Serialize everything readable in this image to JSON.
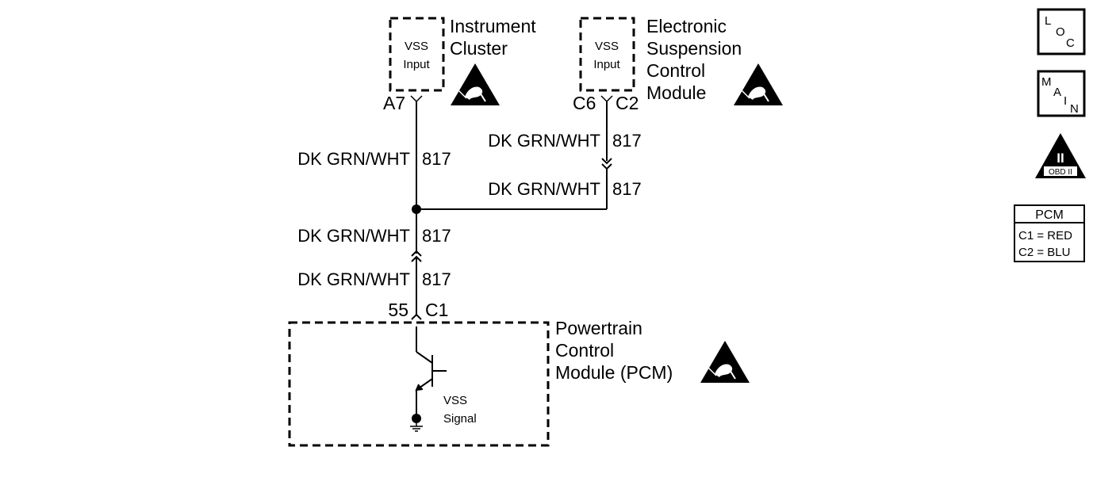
{
  "modules": {
    "instrument_cluster": {
      "name_lines": [
        "Instrument",
        "Cluster"
      ],
      "input_lines": [
        "VSS",
        "Input"
      ],
      "pin": "A7"
    },
    "esc_module": {
      "name_lines": [
        "Electronic",
        "Suspension",
        "Control",
        "Module"
      ],
      "input_lines": [
        "VSS",
        "Input"
      ],
      "pin": "C6",
      "connector": "C2"
    },
    "pcm": {
      "name_lines": [
        "Powertrain",
        "Control",
        "Module (PCM)"
      ],
      "signal_lines": [
        "VSS",
        "Signal"
      ],
      "pin": "55",
      "connector": "C1"
    }
  },
  "wires": {
    "main_upper": {
      "color": "DK GRN/WHT",
      "circuit": "817"
    },
    "esc_upper": {
      "color": "DK GRN/WHT",
      "circuit": "817"
    },
    "esc_lower": {
      "color": "DK GRN/WHT",
      "circuit": "817"
    },
    "main_mid": {
      "color": "DK GRN/WHT",
      "circuit": "817"
    },
    "main_lower": {
      "color": "DK GRN/WHT",
      "circuit": "817"
    }
  },
  "side_icons": {
    "loc": [
      "L",
      "O",
      "C"
    ],
    "main": [
      "M",
      "A",
      "I",
      "N"
    ],
    "obd": {
      "numeral": "II",
      "text": "OBD II"
    },
    "pcm_legend": {
      "title": "PCM",
      "rows": [
        "C1 = RED",
        "C2 = BLU"
      ]
    }
  }
}
